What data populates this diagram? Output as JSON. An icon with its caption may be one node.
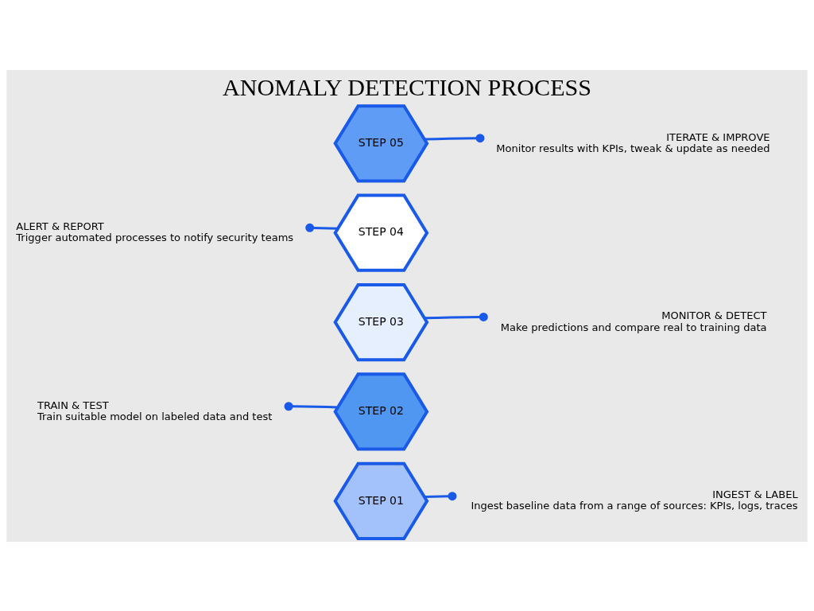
{
  "diagram": {
    "title": "ANOMALY DETECTION PROCESS",
    "nodes": [
      {
        "text": [
          "STEP 01"
        ]
      },
      {
        "text": [
          "STEP 02"
        ]
      },
      {
        "text": [
          "STEP 03"
        ]
      },
      {
        "text": [
          "STEP 04"
        ]
      },
      {
        "text": [
          "STEP 05"
        ]
      },
      {
        "text": [
          "INGEST & LABEL",
          "Ingest baseline data from a range of sources: KPIs, logs, traces"
        ]
      },
      {
        "text": [
          "TRAIN & TEST",
          "Train suitable model on labeled data and test"
        ]
      },
      {
        "text": [
          "MONITOR & DETECT",
          "Make predictions and compare real to training data"
        ]
      },
      {
        "text": [
          "ALERT & REPORT",
          "Trigger automated processes to notify security teams"
        ]
      },
      {
        "text": [
          "ITERATE & IMPROVE",
          "Monitor results with KPIs, tweak & update as needed"
        ]
      }
    ],
    "edges": [
      {
        "from": 0,
        "to": 5,
        "arrow": "other"
      },
      {
        "from": 1,
        "to": 6,
        "arrow": "other"
      },
      {
        "from": 2,
        "to": 7,
        "arrow": "other"
      },
      {
        "from": 3,
        "to": 8,
        "arrow": "other"
      },
      {
        "from": 4,
        "to": 9,
        "arrow": "other"
      }
    ]
  }
}
